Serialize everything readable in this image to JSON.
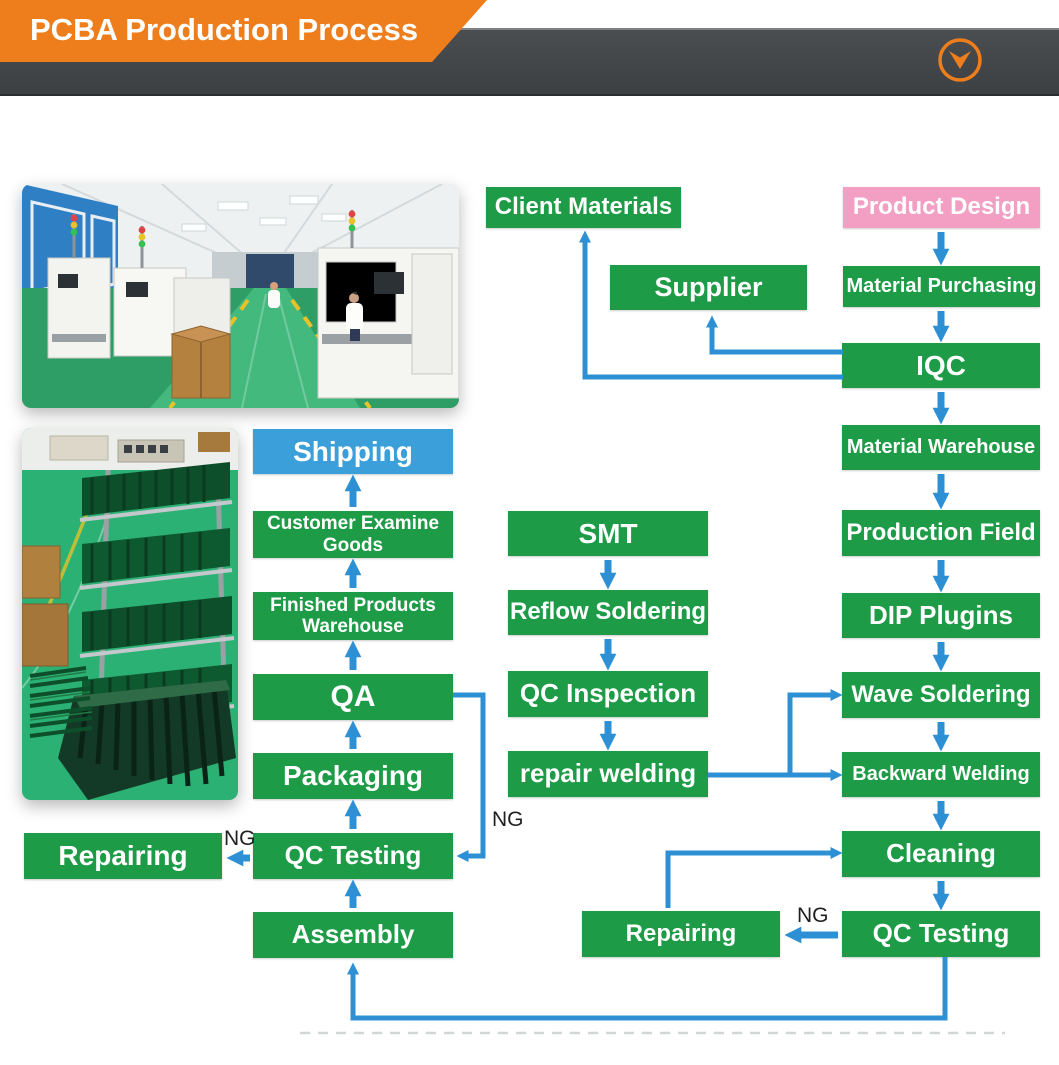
{
  "header": {
    "title": "PCBA Production Process",
    "accent_color": "#ee7d1c",
    "bar_color": "#434649",
    "scroll_icon": "chevron-down-icon"
  },
  "colors": {
    "box_green": "#1d9b46",
    "box_blue": "#3b9fd9",
    "box_pink": "#f29fc3",
    "arrow_blue": "#2e90d4",
    "box_text": "#ffffff",
    "ng_text": "#1f1f1f"
  },
  "photos": {
    "top": "smt-production-line-photo",
    "bottom": "pcb-rack-photo"
  },
  "flow": {
    "nodes": {
      "client_materials": {
        "label": "Client Materials"
      },
      "product_design": {
        "label": "Product Design"
      },
      "supplier": {
        "label": "Supplier"
      },
      "material_purchasing": {
        "label": "Material Purchasing"
      },
      "iqc": {
        "label": "IQC"
      },
      "material_warehouse": {
        "label": "Material Warehouse"
      },
      "production_field": {
        "label": "Production Field"
      },
      "dip_plugins": {
        "label": "DIP Plugins"
      },
      "wave_soldering": {
        "label": "Wave Soldering"
      },
      "backward_welding": {
        "label": "Backward Welding"
      },
      "cleaning": {
        "label": "Cleaning"
      },
      "qc_testing_right": {
        "label": "QC Testing"
      },
      "repairing_mid": {
        "label": "Repairing"
      },
      "smt": {
        "label": "SMT"
      },
      "reflow_soldering": {
        "label": "Reflow Soldering"
      },
      "qc_inspection": {
        "label": "QC Inspection"
      },
      "repair_welding": {
        "label": "repair welding"
      },
      "shipping": {
        "label": "Shipping"
      },
      "customer_examine_goods": {
        "label": "Customer Examine Goods"
      },
      "finished_products_warehouse": {
        "label": "Finished Products Warehouse"
      },
      "qa": {
        "label": "QA"
      },
      "packaging": {
        "label": "Packaging"
      },
      "qc_testing_left": {
        "label": "QC Testing"
      },
      "assembly": {
        "label": "Assembly"
      },
      "repairing_left": {
        "label": "Repairing"
      }
    },
    "ng_labels": {
      "left": "NG",
      "mid": "NG",
      "right": "NG"
    }
  }
}
